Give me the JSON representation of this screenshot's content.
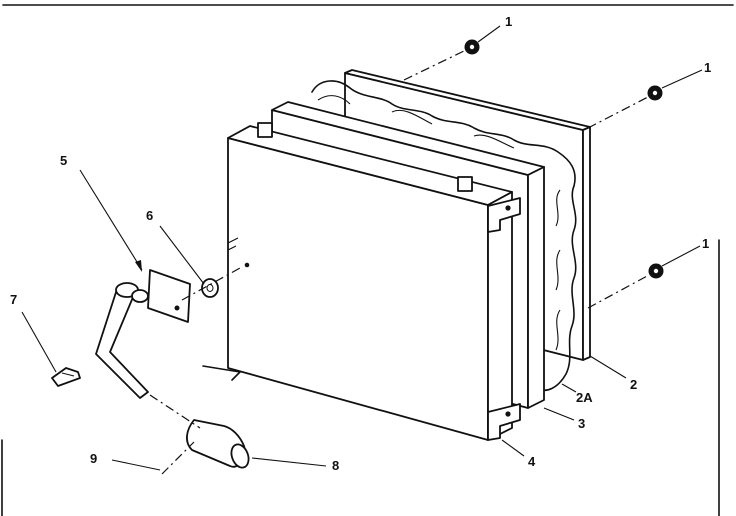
{
  "callouts": {
    "c1a": "1",
    "c1b": "1",
    "c1c": "1",
    "c2": "2",
    "c2a": "2A",
    "c3": "3",
    "c4": "4",
    "c5": "5",
    "c6": "6",
    "c7": "7",
    "c8": "8",
    "c9": "9"
  },
  "colors": {
    "ink": "#111111",
    "paper": "#ffffff"
  }
}
